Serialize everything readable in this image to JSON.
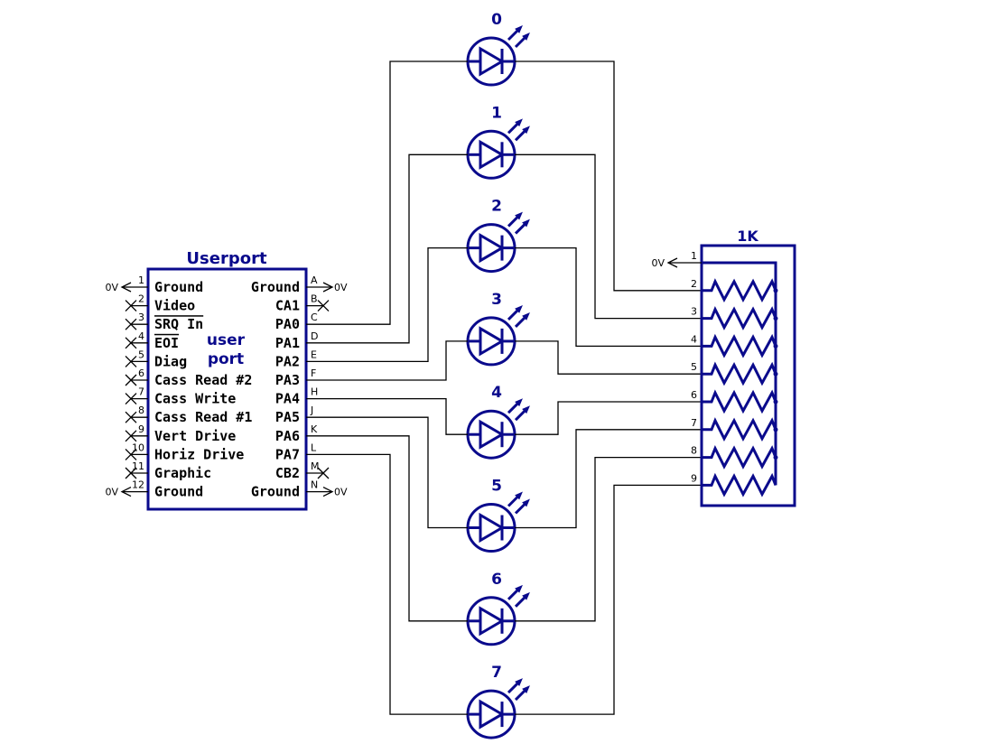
{
  "userport": {
    "title": "Userport",
    "inner_label_1": "user",
    "inner_label_2": "port",
    "left_pins": [
      {
        "num": "1",
        "name": "Ground",
        "conn": "0V"
      },
      {
        "num": "2",
        "name": "Video",
        "conn": "nc"
      },
      {
        "num": "3",
        "name": "SRQ In",
        "conn": "nc",
        "overline": true
      },
      {
        "num": "4",
        "name": "EOI",
        "conn": "nc",
        "overline": true
      },
      {
        "num": "5",
        "name": "Diag",
        "conn": "nc"
      },
      {
        "num": "6",
        "name": "Cass Read #2",
        "conn": "nc"
      },
      {
        "num": "7",
        "name": "Cass Write",
        "conn": "nc"
      },
      {
        "num": "8",
        "name": "Cass Read #1",
        "conn": "nc"
      },
      {
        "num": "9",
        "name": "Vert Drive",
        "conn": "nc"
      },
      {
        "num": "10",
        "name": "Horiz Drive",
        "conn": "nc"
      },
      {
        "num": "11",
        "name": "Graphic",
        "conn": "nc"
      },
      {
        "num": "12",
        "name": "Ground",
        "conn": "0V"
      }
    ],
    "right_pins": [
      {
        "num": "A",
        "name": "Ground",
        "conn": "0V"
      },
      {
        "num": "B",
        "name": "CA1",
        "conn": "nc"
      },
      {
        "num": "C",
        "name": "PA0",
        "conn": "led0"
      },
      {
        "num": "D",
        "name": "PA1",
        "conn": "led1"
      },
      {
        "num": "E",
        "name": "PA2",
        "conn": "led2"
      },
      {
        "num": "F",
        "name": "PA3",
        "conn": "led3"
      },
      {
        "num": "H",
        "name": "PA4",
        "conn": "led4"
      },
      {
        "num": "J",
        "name": "PA5",
        "conn": "led5"
      },
      {
        "num": "K",
        "name": "PA6",
        "conn": "led6"
      },
      {
        "num": "L",
        "name": "PA7",
        "conn": "led7"
      },
      {
        "num": "M",
        "name": "CB2",
        "conn": "nc"
      },
      {
        "num": "N",
        "name": "Ground",
        "conn": "0V"
      }
    ]
  },
  "ground_label": "0V",
  "leds": [
    "0",
    "1",
    "2",
    "3",
    "4",
    "5",
    "6",
    "7"
  ],
  "resistor_network": {
    "value": "1K",
    "common_pin": "1",
    "pins": [
      "2",
      "3",
      "4",
      "5",
      "6",
      "7",
      "8",
      "9"
    ]
  }
}
